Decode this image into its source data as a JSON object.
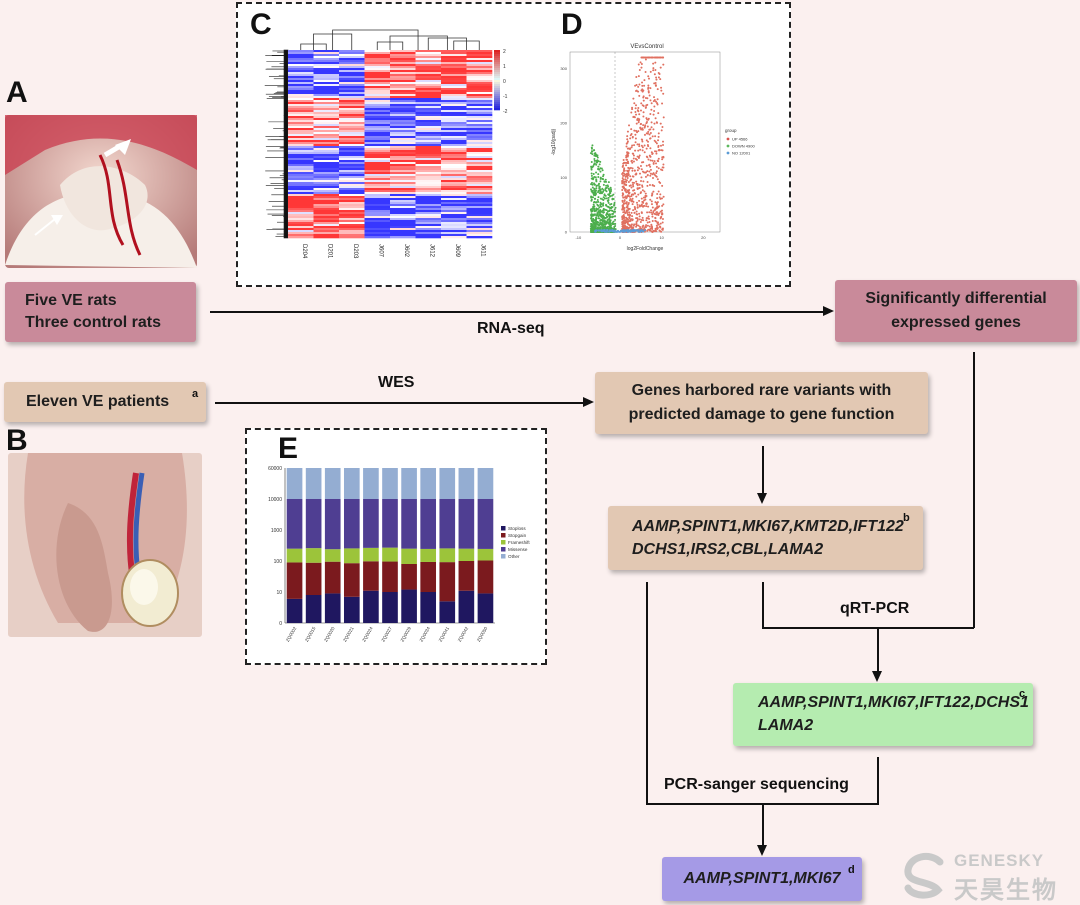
{
  "panels": {
    "a": "A",
    "b": "B",
    "c": "C",
    "d": "D",
    "e": "E"
  },
  "boxes": {
    "ve_rats_line1": "Five VE rats",
    "ve_rats_line2": "Three control rats",
    "sig_line1": "Significantly differential",
    "sig_line2": "expressed genes",
    "patients": "Eleven VE patients",
    "patients_sup": "a",
    "wes_genes_line1": "Genes harbored rare variants with",
    "wes_genes_line2": "predicted damage to gene function",
    "genes9_line1": "AAMP,SPINT1,MKI67,KMT2D,IFT122",
    "genes9_line2": "DCHS1,IRS2,CBL,LAMA2",
    "genes9_sup": "b",
    "genes6_line1": "AAMP,SPINT1,MKI67,IFT122,DCHS1",
    "genes6_line2": "LAMA2",
    "genes6_sup": "c",
    "genes3": "AAMP,SPINT1,MKI67",
    "genes3_sup": "d"
  },
  "arrow_labels": {
    "rnaseq": "RNA-seq",
    "wes": "WES",
    "qrtpcr": "qRT-PCR",
    "sanger": "PCR-sanger sequencing"
  },
  "heatmap": {
    "samples": [
      "D204",
      "D201",
      "D203",
      "J607",
      "J602",
      "J612",
      "J609",
      "J611"
    ],
    "legend_ticks": [
      "2",
      "1",
      "0",
      "-1",
      "-2"
    ]
  },
  "volcano": {
    "title": "VEvsControl",
    "xlabel": "log2FoldChange",
    "ylabel": "-log10(padj)",
    "x_ticks": [
      "-10",
      "0",
      "10",
      "20"
    ],
    "y_ticks": [
      "0",
      "100",
      "200",
      "300"
    ],
    "legend_title": "group",
    "legend": [
      {
        "label": "UP 4566",
        "color": "#d9534f"
      },
      {
        "label": "DOWN 4900",
        "color": "#5cb85c"
      },
      {
        "label": "NO 12001",
        "color": "#5b9bd5"
      }
    ]
  },
  "chart_data": {
    "type": "bar",
    "title": "",
    "categories": [
      "ZQ0002",
      "ZQ0015",
      "ZQ0020",
      "ZQ0021",
      "ZQ0024",
      "ZQ0027",
      "ZQ0029",
      "ZQ0034",
      "ZQ0041",
      "ZQ0042",
      "ZQ0050"
    ],
    "y_ticks": [
      "0",
      "10",
      "100",
      "1000",
      "10000",
      "60000"
    ],
    "series": [
      {
        "name": "Stoploss",
        "color": "#1f1760",
        "values": [
          6,
          8,
          9,
          7,
          11,
          10,
          12,
          10,
          5,
          11,
          9
        ]
      },
      {
        "name": "Stopgain",
        "color": "#7b1a1e",
        "values": [
          90,
          88,
          95,
          85,
          98,
          96,
          80,
          93,
          92,
          100,
          104
        ]
      },
      {
        "name": "Frameshift",
        "color": "#9cc43a",
        "values": [
          250,
          260,
          240,
          255,
          265,
          270,
          250,
          245,
          255,
          250,
          245
        ]
      },
      {
        "name": "Missense",
        "color": "#4f3e92",
        "values": [
          10000,
          10000,
          10000,
          10000,
          10000,
          10000,
          10000,
          10000,
          10000,
          10000,
          10000
        ]
      },
      {
        "name": "Other",
        "color": "#94add2",
        "values": [
          60000,
          60000,
          60000,
          60000,
          60000,
          60000,
          60000,
          60000,
          60000,
          60000,
          60000
        ]
      }
    ]
  },
  "logo": {
    "brand": "GENESKY",
    "chinese": "天昊生物"
  }
}
